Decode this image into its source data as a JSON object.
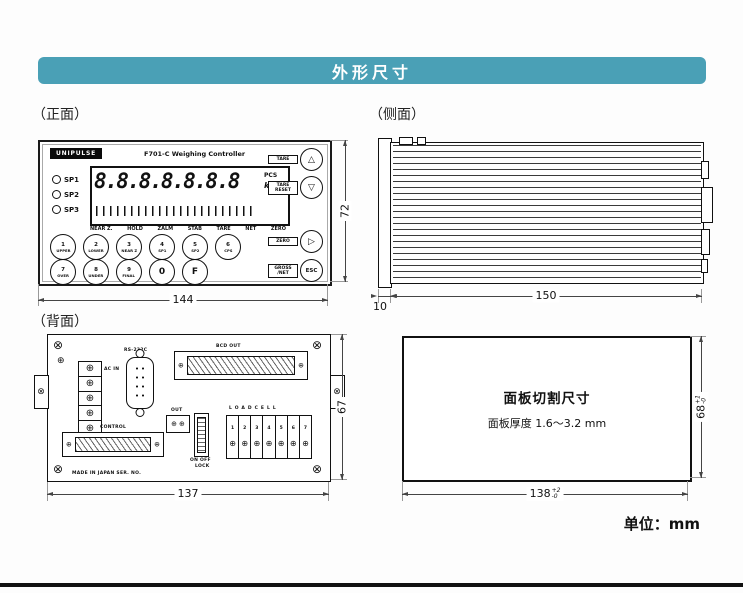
{
  "page": {
    "title": "外形尺寸",
    "unit_label": "单位：mm"
  },
  "glyphs": {
    "screw": "⊗",
    "terminal": "⊕"
  },
  "sections": {
    "front": {
      "label": "（正面）",
      "dim_width": "144",
      "dim_height": "72"
    },
    "side": {
      "label": "（侧面）",
      "dim_bezel": "10",
      "dim_depth": "150"
    },
    "back": {
      "label": "（背面）",
      "dim_width": "137",
      "dim_height": "67"
    },
    "cutout": {
      "title": "面板切割尺寸",
      "subtitle": "面板厚度 1.6～3.2 mm",
      "dim_width": "138",
      "dim_width_tol_plus": "+2",
      "dim_width_tol_minus": "-0",
      "dim_height": "68",
      "dim_height_tol_plus": "+1",
      "dim_height_tol_minus": "-0"
    }
  },
  "device": {
    "brand": "UNIPULSE",
    "model": "F701-C  Weighing Controller",
    "indicators": [
      "SP1",
      "SP2",
      "SP3"
    ],
    "display_digits": "8.8.8.8.8.8.8",
    "display_units": [
      "PCS",
      "kg"
    ],
    "status_labels": [
      "NEAR Z.",
      "HOLD",
      "ZALM",
      "STAB",
      "TARE",
      "NET",
      "ZERO"
    ],
    "keys_row1": [
      {
        "num": "1",
        "label": "UPPER"
      },
      {
        "num": "2",
        "label": "LOWER"
      },
      {
        "num": "3",
        "label": "NEAR Z"
      },
      {
        "num": "4",
        "label": "SP1"
      },
      {
        "num": "5",
        "label": "SP2"
      },
      {
        "num": "6",
        "label": "CPS"
      }
    ],
    "keys_row2": [
      {
        "num": "7",
        "label": "OVER"
      },
      {
        "num": "8",
        "label": "UNDER"
      },
      {
        "num": "9",
        "label": "FINAL"
      },
      {
        "num": "0"
      },
      {
        "num": "F"
      }
    ],
    "side_keys": [
      {
        "l1": "TARE",
        "sym": "△"
      },
      {
        "l1": "TARE",
        "l2": "RESET",
        "sym": "▽"
      },
      {
        "l1": "ZERO",
        "sym": "▷"
      },
      {
        "l1": "GROSS",
        "l2": "/NET",
        "sym": "ESC"
      }
    ]
  },
  "back_panel": {
    "rs232c": "RS-232C",
    "ac_in": "AC IN",
    "bcd_out": "BCD OUT",
    "control": "CONTROL",
    "out": "OUT",
    "loadcell": "LOADCELL",
    "loadcell_pins": [
      "1",
      "2",
      "3",
      "4",
      "5",
      "6",
      "7"
    ],
    "switch_line1": "ON OFF",
    "switch_line2": "LOCK",
    "made_in": "MADE IN JAPAN  SER. NO."
  }
}
